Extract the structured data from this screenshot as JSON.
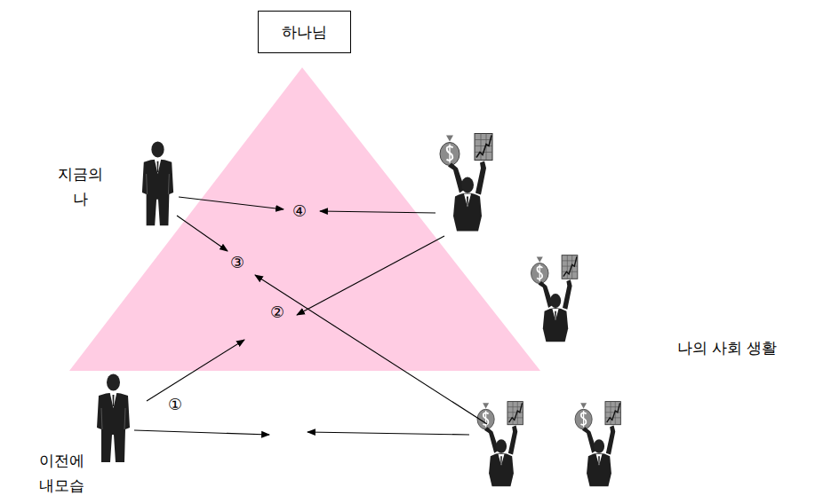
{
  "diagram": {
    "nodes": [
      {
        "text": [
          "하나님"
        ]
      }
    ],
    "labels": [
      "지금의 나",
      "이전에 내모습",
      "나의 사회 생활",
      "①",
      "②",
      "③",
      "④"
    ]
  }
}
